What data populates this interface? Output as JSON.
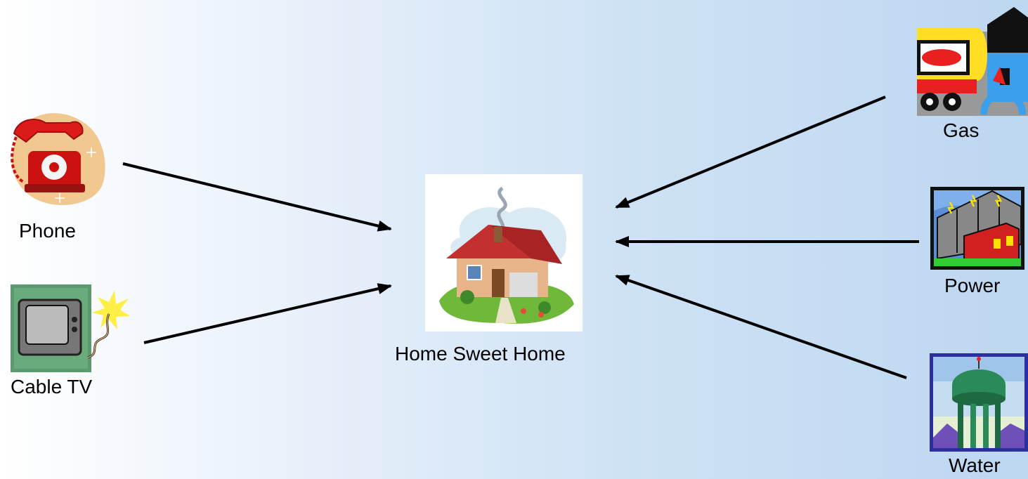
{
  "nodes": {
    "phone": {
      "label": "Phone",
      "icon": "telephone-icon"
    },
    "cable_tv": {
      "label": "Cable TV",
      "icon": "television-icon"
    },
    "home": {
      "label": "Home Sweet Home",
      "icon": "house-icon"
    },
    "gas": {
      "label": "Gas",
      "icon": "gas-truck-icon"
    },
    "power": {
      "label": "Power",
      "icon": "power-plant-icon"
    },
    "water": {
      "label": "Water",
      "icon": "water-tower-icon"
    }
  },
  "edges": [
    {
      "from": "Phone",
      "to": "Home Sweet Home"
    },
    {
      "from": "Cable TV",
      "to": "Home Sweet Home"
    },
    {
      "from": "Gas",
      "to": "Home Sweet Home"
    },
    {
      "from": "Power",
      "to": "Home Sweet Home"
    },
    {
      "from": "Water",
      "to": "Home Sweet Home"
    }
  ],
  "colors": {
    "arrow": "#000000",
    "background_start": "#ffffff",
    "background_end": "#bdd7f0"
  }
}
